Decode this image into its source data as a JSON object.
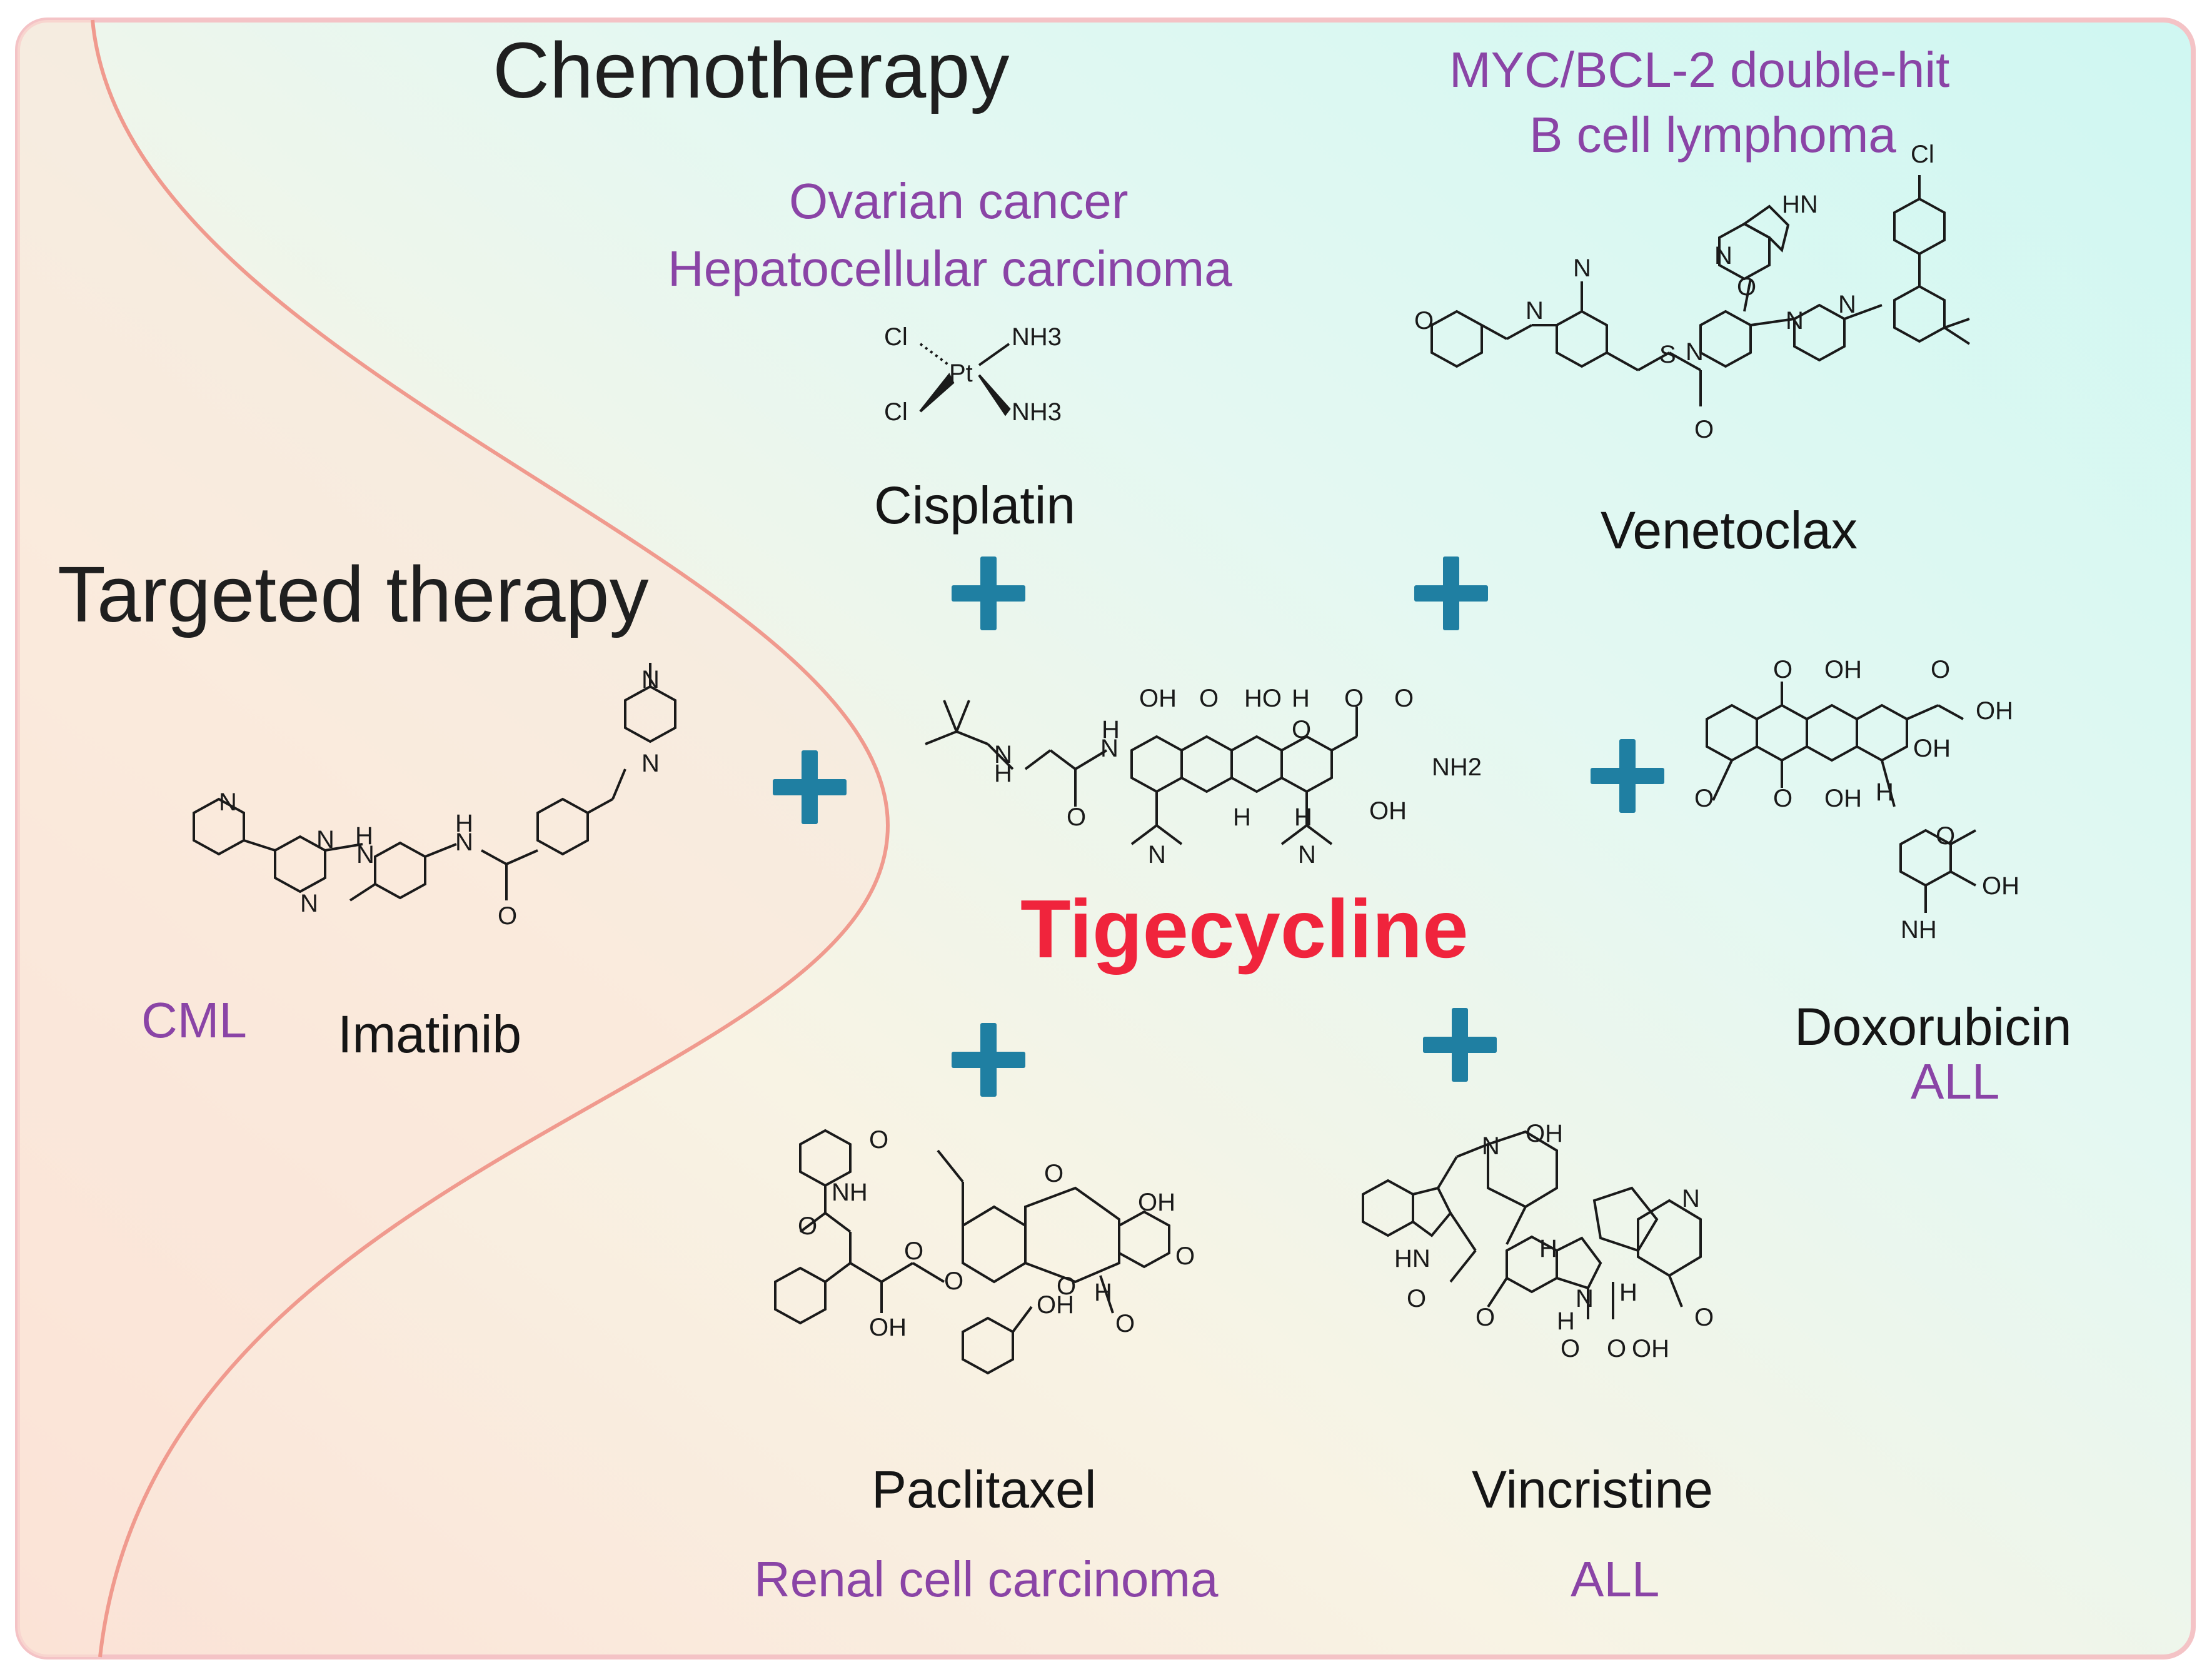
{
  "headings": {
    "chemotherapy": "Chemotherapy",
    "targeted_therapy": "Targeted therapy"
  },
  "center": {
    "name": "Tigecycline"
  },
  "drugs": {
    "cisplatin": {
      "name": "Cisplatin",
      "diseases": [
        "Ovarian cancer",
        "Hepatocellular carcinoma"
      ]
    },
    "venetoclax": {
      "name": "Venetoclax",
      "diseases": [
        "MYC/BCL-2 double-hit",
        "B cell lymphoma"
      ]
    },
    "doxorubicin": {
      "name": "Doxorubicin",
      "diseases": [
        "ALL"
      ]
    },
    "imatinib": {
      "name": "Imatinib",
      "diseases": [
        "CML"
      ]
    },
    "paclitaxel": {
      "name": "Paclitaxel",
      "diseases": [
        "Renal cell carcinoma"
      ]
    },
    "vincristine": {
      "name": "Vincristine",
      "diseases": [
        "ALL"
      ]
    }
  },
  "atom_labels": {
    "cl": "Cl",
    "pt": "Pt",
    "nh3": "NH3",
    "nh2": "NH2",
    "nh": "NH",
    "hn": "HN",
    "n": "N",
    "o": "O",
    "oh": "OH",
    "h": "H",
    "s": "S",
    "ho": "HO"
  },
  "colors": {
    "plus": "#1f7fa2",
    "disease_text": "#8a44a6",
    "center_title": "#f0243c",
    "left_region": "#fbe9dc",
    "right_region": "#dff7f6",
    "border": "#f4c3c6",
    "curve": "#f09a8e"
  },
  "icons": [
    "plus-icon"
  ]
}
